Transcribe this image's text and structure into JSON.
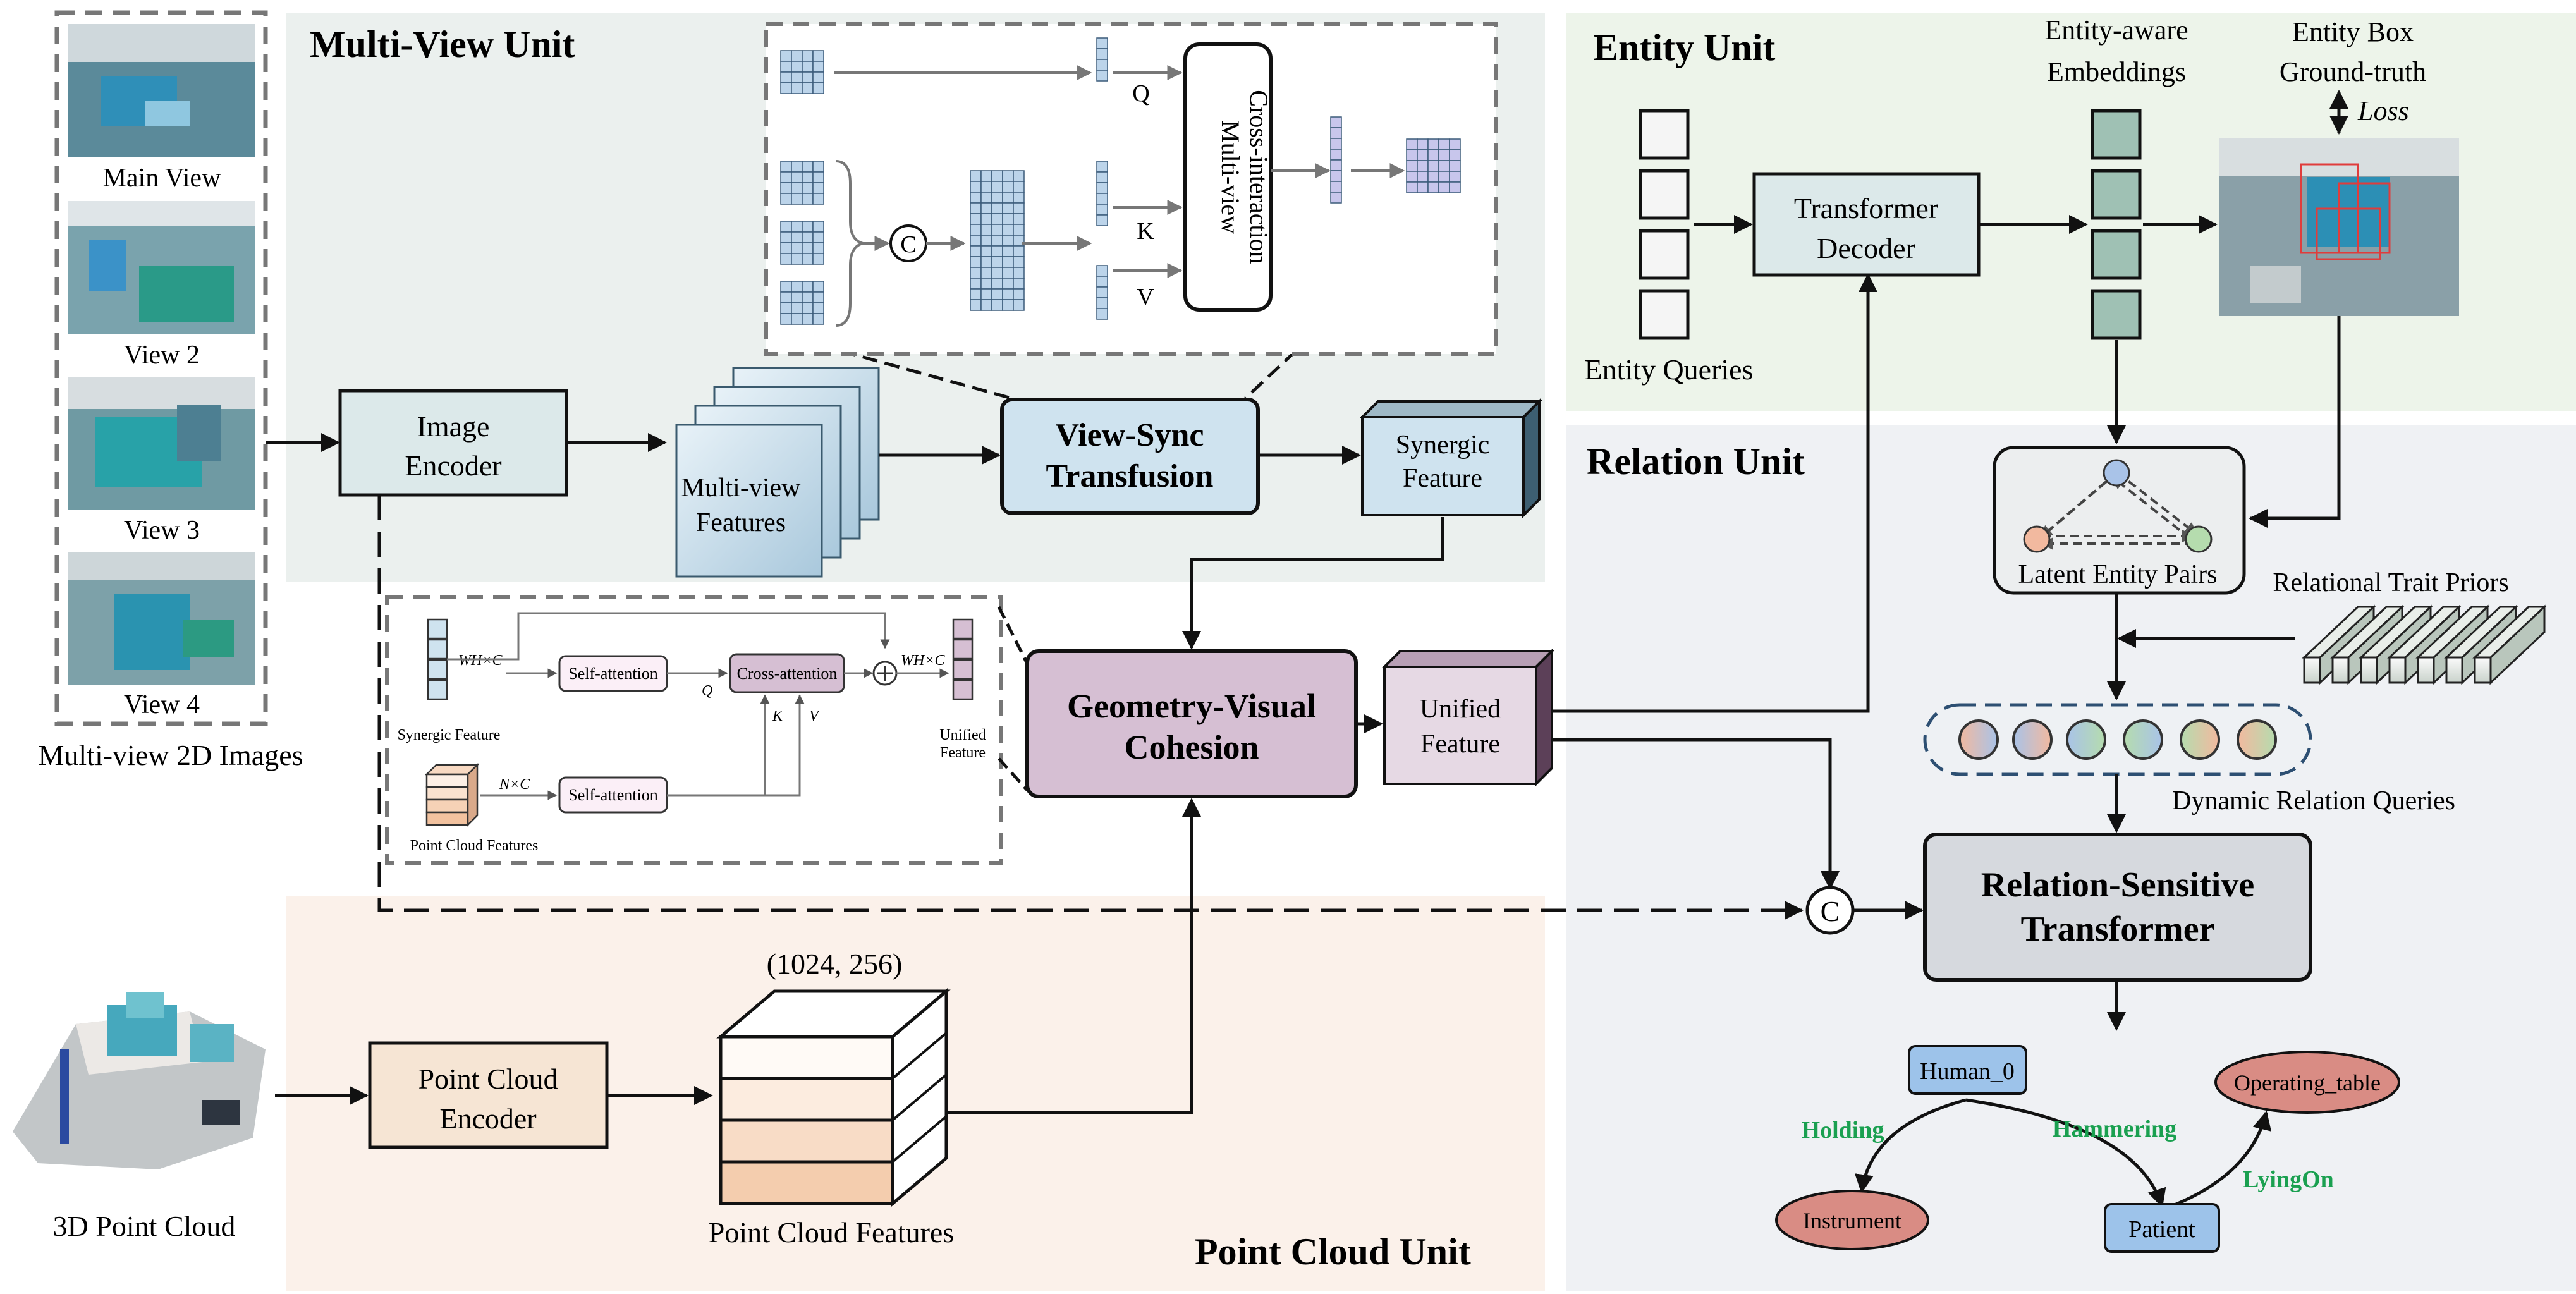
{
  "inputs": {
    "caption": "Multi-view 2D Images",
    "views": [
      "Main View",
      "View 2",
      "View 3",
      "View 4"
    ],
    "point_cloud_label": "3D Point Cloud"
  },
  "multiview_unit": {
    "title": "Multi-View Unit",
    "image_encoder": [
      "Image",
      "Encoder"
    ],
    "features": [
      "Multi-view",
      "Features"
    ],
    "view_sync": [
      "View-Sync",
      "Transfusion"
    ],
    "synergic": [
      "Synergic",
      "Feature"
    ],
    "cross": {
      "q": "Q",
      "k": "K",
      "v": "V",
      "concat": "C",
      "block": [
        "Multi-view",
        "Cross-interaction"
      ]
    }
  },
  "cohesion_detail": {
    "synergic_label": "Synergic Feature",
    "point_label": "Point Cloud Features",
    "unified_label": [
      "Unified",
      "Feature"
    ],
    "self_attention": "Self-attention",
    "cross_attention": "Cross-attention",
    "whc": "WH×C",
    "nc": "N×C",
    "q": "Q",
    "k": "K",
    "v": "V"
  },
  "cohesion": {
    "block": [
      "Geometry-Visual",
      "Cohesion"
    ],
    "unified": [
      "Unified",
      "Feature"
    ]
  },
  "point_cloud_unit": {
    "title": "Point Cloud Unit",
    "encoder": [
      "Point Cloud",
      "Encoder"
    ],
    "shape": "(1024, 256)",
    "features_label": "Point Cloud Features"
  },
  "entity_unit": {
    "title": "Entity Unit",
    "queries": "Entity Queries",
    "decoder": [
      "Transformer",
      "Decoder"
    ],
    "embeddings": [
      "Entity-aware",
      "Embeddings"
    ],
    "ground_truth": [
      "Entity Box",
      "Ground-truth"
    ],
    "loss": "Loss"
  },
  "relation_unit": {
    "title": "Relation Unit",
    "latent_pairs": "Latent Entity Pairs",
    "trait_priors": "Relational Trait Priors",
    "dynamic_queries": "Dynamic Relation Queries",
    "concat": "C",
    "transformer": [
      "Relation-Sensitive",
      "Transformer"
    ]
  },
  "scene_graph": {
    "nodes": [
      "Human_0",
      "Instrument",
      "Patient",
      "Operating_table"
    ],
    "edges": [
      "Holding",
      "Hammering",
      "LyingOn"
    ]
  },
  "colors": {
    "multiview_bg": "#ebf0ee",
    "entity_bg": "#edf4ea",
    "relation_bg": "#eff1f4",
    "pointcloud_bg": "#fbf1ea",
    "box_fill": "#dce9ea",
    "blue_block": "#cfe3ef",
    "purple_block": "#d6bfd3",
    "peach_block": "#f6e5d4",
    "gray_block": "#d6d9de",
    "edge_label": "#1aa050",
    "node_blue": "#9dc3ea",
    "node_red": "#d98c84"
  }
}
